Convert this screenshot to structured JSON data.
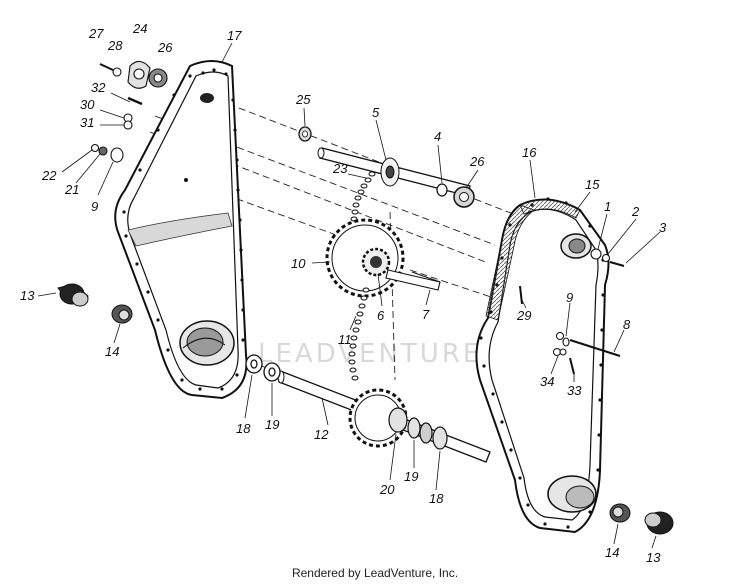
{
  "diagram": {
    "part_numbers": [
      {
        "key": "p27",
        "text": "27"
      },
      {
        "key": "p28",
        "text": "28"
      },
      {
        "key": "p24",
        "text": "24"
      },
      {
        "key": "p26a",
        "text": "26"
      },
      {
        "key": "p17",
        "text": "17"
      },
      {
        "key": "p32",
        "text": "32"
      },
      {
        "key": "p30",
        "text": "30"
      },
      {
        "key": "p31",
        "text": "31"
      },
      {
        "key": "p22",
        "text": "22"
      },
      {
        "key": "p21",
        "text": "21"
      },
      {
        "key": "p9a",
        "text": "9"
      },
      {
        "key": "p25",
        "text": "25"
      },
      {
        "key": "p5",
        "text": "5"
      },
      {
        "key": "p4",
        "text": "4"
      },
      {
        "key": "p26b",
        "text": "26"
      },
      {
        "key": "p23",
        "text": "23"
      },
      {
        "key": "p16",
        "text": "16"
      },
      {
        "key": "p15",
        "text": "15"
      },
      {
        "key": "p1",
        "text": "1"
      },
      {
        "key": "p2",
        "text": "2"
      },
      {
        "key": "p3",
        "text": "3"
      },
      {
        "key": "p10",
        "text": "10"
      },
      {
        "key": "p6",
        "text": "6"
      },
      {
        "key": "p7",
        "text": "7"
      },
      {
        "key": "p11",
        "text": "11"
      },
      {
        "key": "p29",
        "text": "29"
      },
      {
        "key": "p9b",
        "text": "9"
      },
      {
        "key": "p8",
        "text": "8"
      },
      {
        "key": "p34",
        "text": "34"
      },
      {
        "key": "p33",
        "text": "33"
      },
      {
        "key": "p13a",
        "text": "13"
      },
      {
        "key": "p14a",
        "text": "14"
      },
      {
        "key": "p18a",
        "text": "18"
      },
      {
        "key": "p19a",
        "text": "19"
      },
      {
        "key": "p12",
        "text": "12"
      },
      {
        "key": "p19b",
        "text": "19"
      },
      {
        "key": "p20",
        "text": "20"
      },
      {
        "key": "p18b",
        "text": "18"
      },
      {
        "key": "p14b",
        "text": "14"
      },
      {
        "key": "p13b",
        "text": "13"
      }
    ]
  },
  "watermark": "LEADVENTURE",
  "footer": "Rendered by LeadVenture, Inc."
}
